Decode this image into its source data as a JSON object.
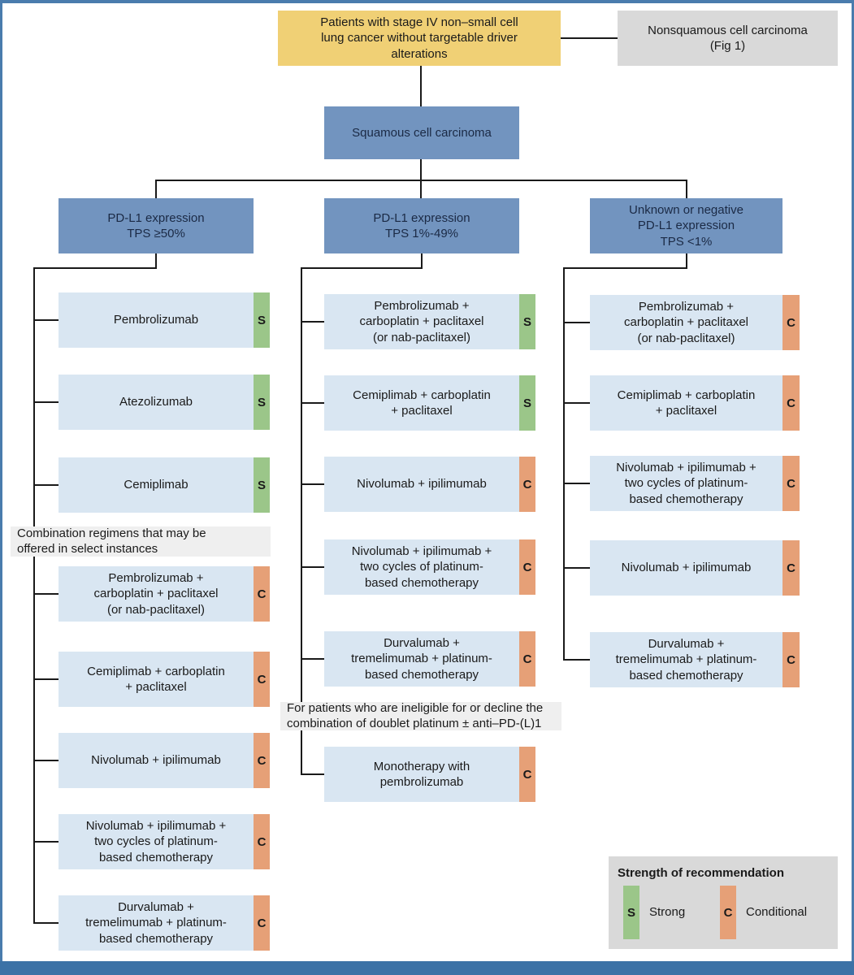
{
  "palette": {
    "root_yellow": "#f0d075",
    "header_blue": "#7294bf",
    "treatment_blue": "#d9e6f2",
    "strong_green": "#9bc689",
    "conditional_orange": "#e6a077",
    "note_gray": "#efefef",
    "panel_gray": "#d9d9d9",
    "frame_blue": "#3c72a6"
  },
  "root": {
    "label": "Patients with stage IV non–small cell\nlung cancer without targetable driver\nalterations"
  },
  "nonsquamous": {
    "label": "Nonsquamous cell carcinoma\n(Fig 1)"
  },
  "squamous": {
    "label": "Squamous cell carcinoma"
  },
  "columns": [
    {
      "header": "PD-L1 expression\nTPS ≥50%",
      "items": [
        {
          "label": "Pembrolizumab",
          "tag": "S"
        },
        {
          "label": "Atezolizumab",
          "tag": "S"
        },
        {
          "label": "Cemiplimab",
          "tag": "S"
        },
        {
          "note": "Combination regimens that may be\noffered in select instances"
        },
        {
          "label": "Pembrolizumab +\ncarboplatin + paclitaxel\n(or nab-paclitaxel)",
          "tag": "C"
        },
        {
          "label": "Cemiplimab + carboplatin\n+ paclitaxel",
          "tag": "C"
        },
        {
          "label": "Nivolumab + ipilimumab",
          "tag": "C"
        },
        {
          "label": "Nivolumab + ipilimumab +\ntwo cycles of platinum-\nbased chemotherapy",
          "tag": "C"
        },
        {
          "label": "Durvalumab +\ntremelimumab + platinum-\nbased chemotherapy",
          "tag": "C"
        }
      ]
    },
    {
      "header": "PD-L1 expression\nTPS 1%-49%",
      "items": [
        {
          "label": "Pembrolizumab +\ncarboplatin + paclitaxel\n(or nab-paclitaxel)",
          "tag": "S"
        },
        {
          "label": "Cemiplimab + carboplatin\n+ paclitaxel",
          "tag": "S"
        },
        {
          "label": "Nivolumab + ipilimumab",
          "tag": "C"
        },
        {
          "label": "Nivolumab + ipilimumab +\ntwo cycles of platinum-\nbased chemotherapy",
          "tag": "C"
        },
        {
          "label": "Durvalumab +\ntremelimumab + platinum-\nbased chemotherapy",
          "tag": "C"
        },
        {
          "note": "For patients who are ineligible for or decline the\ncombination of doublet platinum ± anti–PD-(L)1"
        },
        {
          "label": "Monotherapy with\npembrolizumab",
          "tag": "C"
        }
      ]
    },
    {
      "header": "Unknown or negative\nPD-L1 expression\nTPS <1%",
      "items": [
        {
          "label": "Pembrolizumab +\ncarboplatin + paclitaxel\n(or nab-paclitaxel)",
          "tag": "C"
        },
        {
          "label": "Cemiplimab + carboplatin\n+ paclitaxel",
          "tag": "C"
        },
        {
          "label": "Nivolumab + ipilimumab +\ntwo cycles of platinum-\nbased chemotherapy",
          "tag": "C"
        },
        {
          "label": "Nivolumab + ipilimumab",
          "tag": "C"
        },
        {
          "label": "Durvalumab +\ntremelimumab + platinum-\nbased chemotherapy",
          "tag": "C"
        }
      ]
    }
  ],
  "legend": {
    "title": "Strength of recommendation",
    "entries": [
      {
        "tag": "S",
        "label": "Strong"
      },
      {
        "tag": "C",
        "label": "Conditional"
      }
    ]
  }
}
